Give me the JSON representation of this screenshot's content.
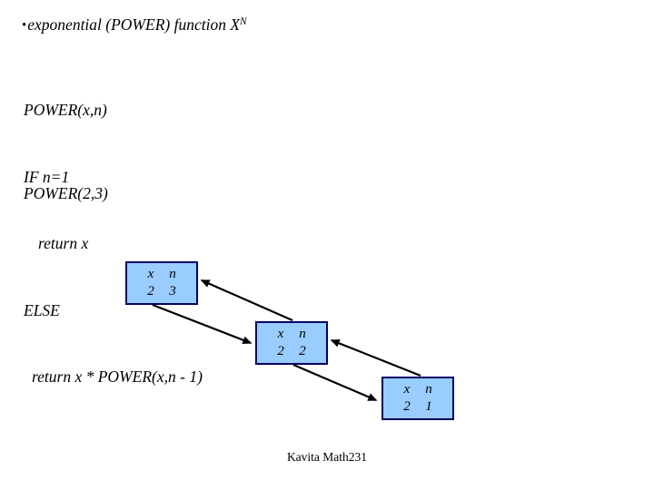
{
  "slide": {
    "title": {
      "bullet": "•",
      "text": "exponential (POWER) function X",
      "superscript": "N"
    },
    "pseudocode": {
      "lines": [
        {
          "text": "POWER(x,n)"
        },
        {
          "text": "IF n=1"
        },
        {
          "text": "return x"
        },
        {
          "text": "ELSE"
        },
        {
          "text": "return x * POWER(x,n - 1)"
        }
      ],
      "call_example": "POWER(2,3)"
    },
    "diagram": {
      "frames": [
        {
          "var1": "x",
          "var2": "n",
          "val1": "2",
          "val2": "3"
        },
        {
          "var1": "x",
          "var2": "n",
          "val1": "2",
          "val2": "2"
        },
        {
          "var1": "x",
          "var2": "n",
          "val1": "2",
          "val2": "1"
        }
      ],
      "colors": {
        "box_fill": "#99CCFF",
        "box_border": "#000066",
        "arrow": "#000000"
      }
    },
    "footer": "Kavita Math231"
  }
}
